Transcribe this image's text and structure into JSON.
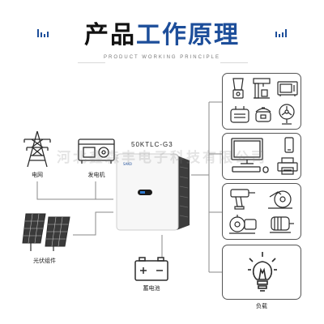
{
  "header": {
    "title_part1": "产品",
    "title_part2": "工作原理",
    "subtitle": "PRODUCT WORKING PRINCIPLE"
  },
  "inverter": {
    "model": "50KTLC-G3",
    "brand_mark": "SAKO"
  },
  "sources": [
    {
      "label": "电网",
      "icon": "power-tower-icon"
    },
    {
      "label": "发电机",
      "icon": "generator-icon"
    },
    {
      "label": "光伏组件",
      "icon": "solar-panel-icon"
    },
    {
      "label": "蓄电池",
      "icon": "battery-icon"
    }
  ],
  "loads": {
    "label": "负载",
    "groups": [
      {
        "icons": [
          "blender-icon",
          "coffee-machine-icon",
          "microwave-icon",
          "toaster-icon",
          "rice-cooker-icon",
          "fan-icon"
        ]
      },
      {
        "icons": [
          "desktop-computer-icon",
          "smartphone-icon",
          "printer-icon"
        ]
      },
      {
        "icons": [
          "drill-icon",
          "circular-saw-icon",
          "water-pump-icon",
          "motor-icon"
        ]
      },
      {
        "icons": [
          "light-bulb-icon"
        ]
      }
    ]
  },
  "watermark": "河北鑫森丰电子科技有限公司",
  "colors": {
    "accent": "#1d4e9a",
    "line": "#8a8a8a",
    "icon": "#2b2b2b"
  }
}
